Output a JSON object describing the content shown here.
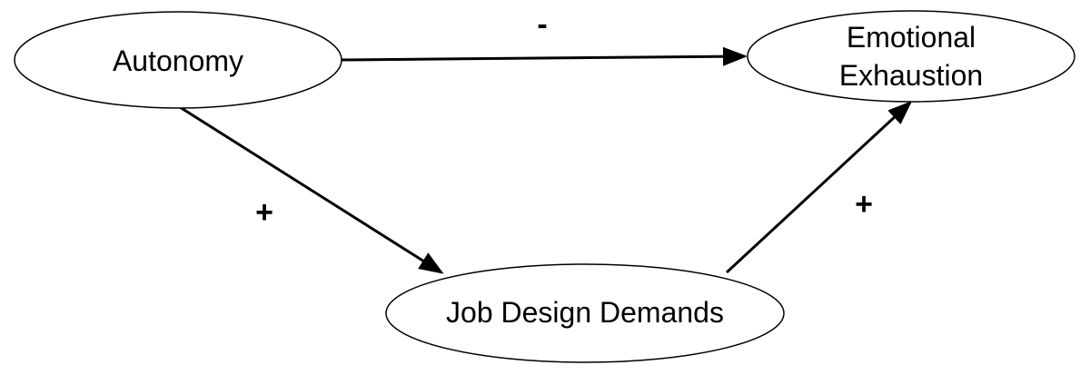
{
  "diagram": {
    "nodes": {
      "autonomy": {
        "label": "Autonomy"
      },
      "emotional_exhaustion": {
        "label_line1": "Emotional",
        "label_line2": "Exhaustion"
      },
      "job_design_demands": {
        "label": "Job Design Demands"
      }
    },
    "edges": {
      "autonomy_to_exhaustion": {
        "from": "Autonomy",
        "to": "Emotional Exhaustion",
        "sign": "-"
      },
      "autonomy_to_demands": {
        "from": "Autonomy",
        "to": "Job Design Demands",
        "sign": "+"
      },
      "demands_to_exhaustion": {
        "from": "Job Design Demands",
        "to": "Emotional Exhaustion",
        "sign": "+"
      }
    }
  }
}
